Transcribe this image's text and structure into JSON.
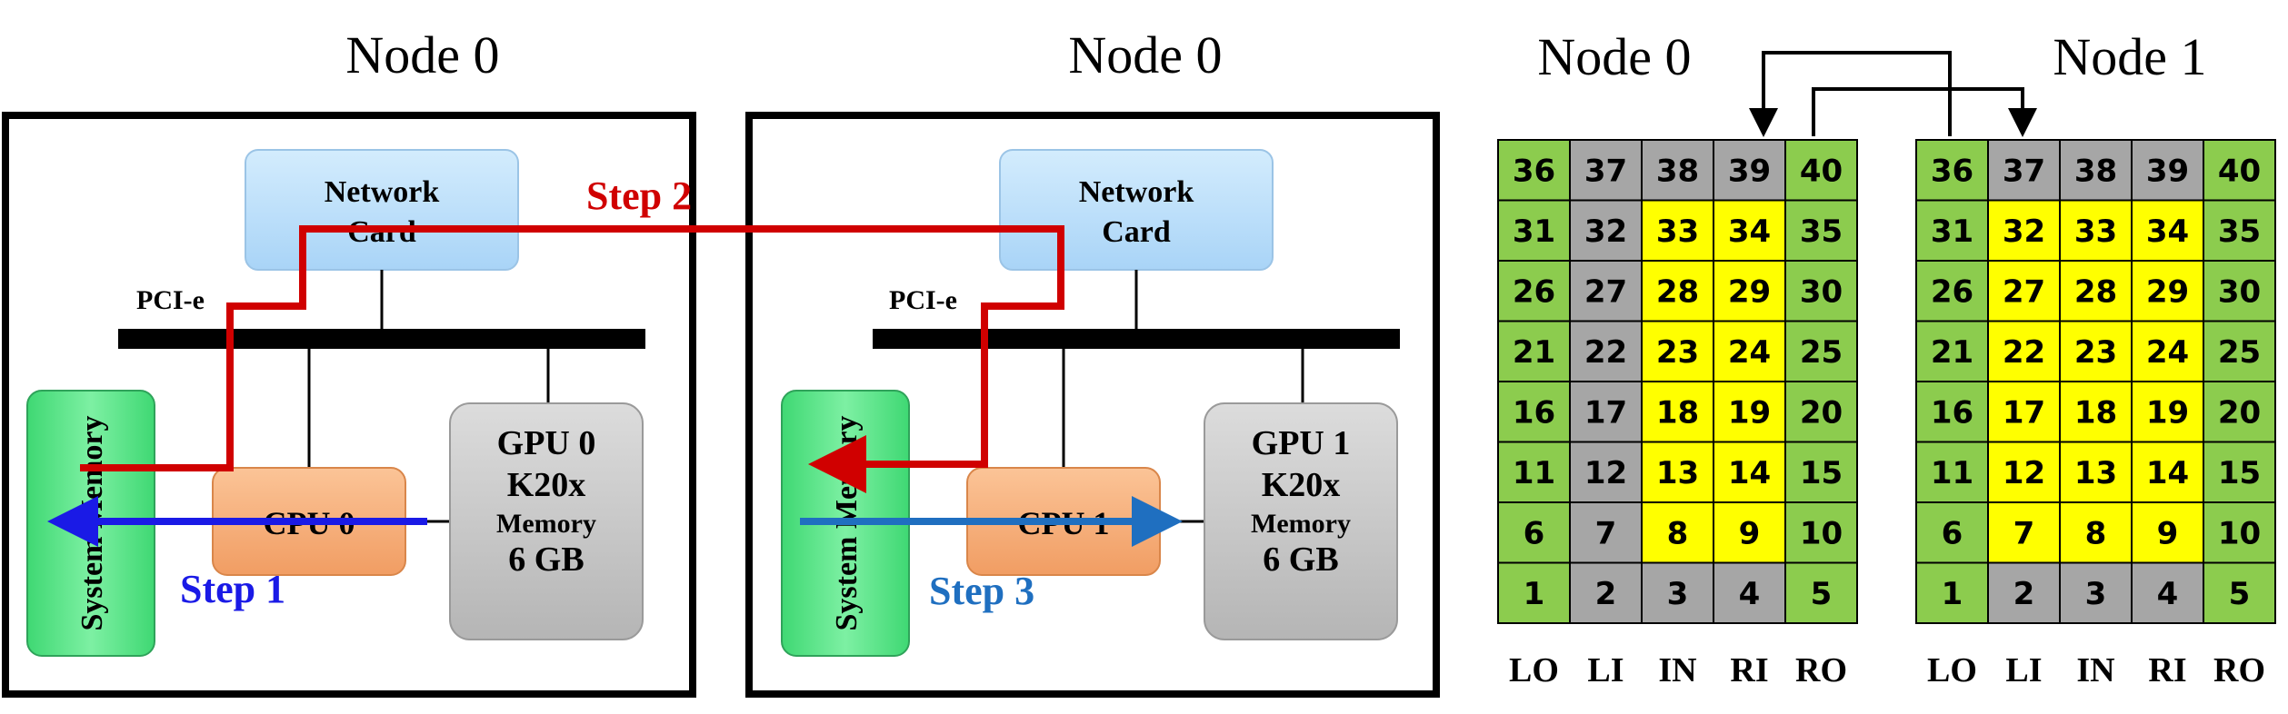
{
  "diagram_left": {
    "title": "Node 0",
    "network_card": [
      "Network",
      "Card"
    ],
    "pcie_label": "PCI-e",
    "system_memory": "System Memory",
    "cpu": "CPU 0",
    "gpu": [
      "GPU 0",
      "K20x",
      "Memory",
      "6 GB"
    ],
    "step": "Step 1"
  },
  "diagram_right": {
    "title": "Node 0",
    "network_card": [
      "Network",
      "Card"
    ],
    "pcie_label": "PCI-e",
    "system_memory": "System Memory",
    "cpu": "CPU 1",
    "gpu": [
      "GPU 1",
      "K20x",
      "Memory",
      "6 GB"
    ],
    "step": "Step 3"
  },
  "step2_label": "Step 2",
  "colors": {
    "step1_arrow": "#1a1ae6",
    "step2_path": "#d00000",
    "step3_arrow": "#1f6fc0",
    "network_card": "#bde0fb",
    "system_memory": "#5ee88a",
    "cpu": "#f7b27e",
    "gpu": "#c8c8c8",
    "cell_green": "#8ccc4e",
    "cell_gray": "#a6a6a6",
    "cell_yellow": "#ffff00"
  },
  "grids": [
    {
      "title": "Node 0",
      "columns": [
        "LO",
        "LI",
        "IN",
        "RI",
        "RO"
      ],
      "rows": [
        [
          {
            "v": "36",
            "c": "green"
          },
          {
            "v": "37",
            "c": "gray"
          },
          {
            "v": "38",
            "c": "gray"
          },
          {
            "v": "39",
            "c": "gray"
          },
          {
            "v": "40",
            "c": "green"
          }
        ],
        [
          {
            "v": "31",
            "c": "green"
          },
          {
            "v": "32",
            "c": "gray"
          },
          {
            "v": "33",
            "c": "yellow"
          },
          {
            "v": "34",
            "c": "yellow"
          },
          {
            "v": "35",
            "c": "green"
          }
        ],
        [
          {
            "v": "26",
            "c": "green"
          },
          {
            "v": "27",
            "c": "gray"
          },
          {
            "v": "28",
            "c": "yellow"
          },
          {
            "v": "29",
            "c": "yellow"
          },
          {
            "v": "30",
            "c": "green"
          }
        ],
        [
          {
            "v": "21",
            "c": "green"
          },
          {
            "v": "22",
            "c": "gray"
          },
          {
            "v": "23",
            "c": "yellow"
          },
          {
            "v": "24",
            "c": "yellow"
          },
          {
            "v": "25",
            "c": "green"
          }
        ],
        [
          {
            "v": "16",
            "c": "green"
          },
          {
            "v": "17",
            "c": "gray"
          },
          {
            "v": "18",
            "c": "yellow"
          },
          {
            "v": "19",
            "c": "yellow"
          },
          {
            "v": "20",
            "c": "green"
          }
        ],
        [
          {
            "v": "11",
            "c": "green"
          },
          {
            "v": "12",
            "c": "gray"
          },
          {
            "v": "13",
            "c": "yellow"
          },
          {
            "v": "14",
            "c": "yellow"
          },
          {
            "v": "15",
            "c": "green"
          }
        ],
        [
          {
            "v": "6",
            "c": "green"
          },
          {
            "v": "7",
            "c": "gray"
          },
          {
            "v": "8",
            "c": "yellow"
          },
          {
            "v": "9",
            "c": "yellow"
          },
          {
            "v": "10",
            "c": "green"
          }
        ],
        [
          {
            "v": "1",
            "c": "green"
          },
          {
            "v": "2",
            "c": "gray"
          },
          {
            "v": "3",
            "c": "gray"
          },
          {
            "v": "4",
            "c": "gray"
          },
          {
            "v": "5",
            "c": "green"
          }
        ]
      ]
    },
    {
      "title": "Node 1",
      "columns": [
        "LO",
        "LI",
        "IN",
        "RI",
        "RO"
      ],
      "rows": [
        [
          {
            "v": "36",
            "c": "green"
          },
          {
            "v": "37",
            "c": "gray"
          },
          {
            "v": "38",
            "c": "gray"
          },
          {
            "v": "39",
            "c": "gray"
          },
          {
            "v": "40",
            "c": "green"
          }
        ],
        [
          {
            "v": "31",
            "c": "green"
          },
          {
            "v": "32",
            "c": "yellow"
          },
          {
            "v": "33",
            "c": "yellow"
          },
          {
            "v": "34",
            "c": "yellow"
          },
          {
            "v": "35",
            "c": "green"
          }
        ],
        [
          {
            "v": "26",
            "c": "green"
          },
          {
            "v": "27",
            "c": "yellow"
          },
          {
            "v": "28",
            "c": "yellow"
          },
          {
            "v": "29",
            "c": "yellow"
          },
          {
            "v": "30",
            "c": "green"
          }
        ],
        [
          {
            "v": "21",
            "c": "green"
          },
          {
            "v": "22",
            "c": "yellow"
          },
          {
            "v": "23",
            "c": "yellow"
          },
          {
            "v": "24",
            "c": "yellow"
          },
          {
            "v": "25",
            "c": "green"
          }
        ],
        [
          {
            "v": "16",
            "c": "green"
          },
          {
            "v": "17",
            "c": "yellow"
          },
          {
            "v": "18",
            "c": "yellow"
          },
          {
            "v": "19",
            "c": "yellow"
          },
          {
            "v": "20",
            "c": "green"
          }
        ],
        [
          {
            "v": "11",
            "c": "green"
          },
          {
            "v": "12",
            "c": "yellow"
          },
          {
            "v": "13",
            "c": "yellow"
          },
          {
            "v": "14",
            "c": "yellow"
          },
          {
            "v": "15",
            "c": "green"
          }
        ],
        [
          {
            "v": "6",
            "c": "green"
          },
          {
            "v": "7",
            "c": "yellow"
          },
          {
            "v": "8",
            "c": "yellow"
          },
          {
            "v": "9",
            "c": "yellow"
          },
          {
            "v": "10",
            "c": "green"
          }
        ],
        [
          {
            "v": "1",
            "c": "green"
          },
          {
            "v": "2",
            "c": "gray"
          },
          {
            "v": "3",
            "c": "gray"
          },
          {
            "v": "4",
            "c": "gray"
          },
          {
            "v": "5",
            "c": "green"
          }
        ]
      ]
    }
  ]
}
